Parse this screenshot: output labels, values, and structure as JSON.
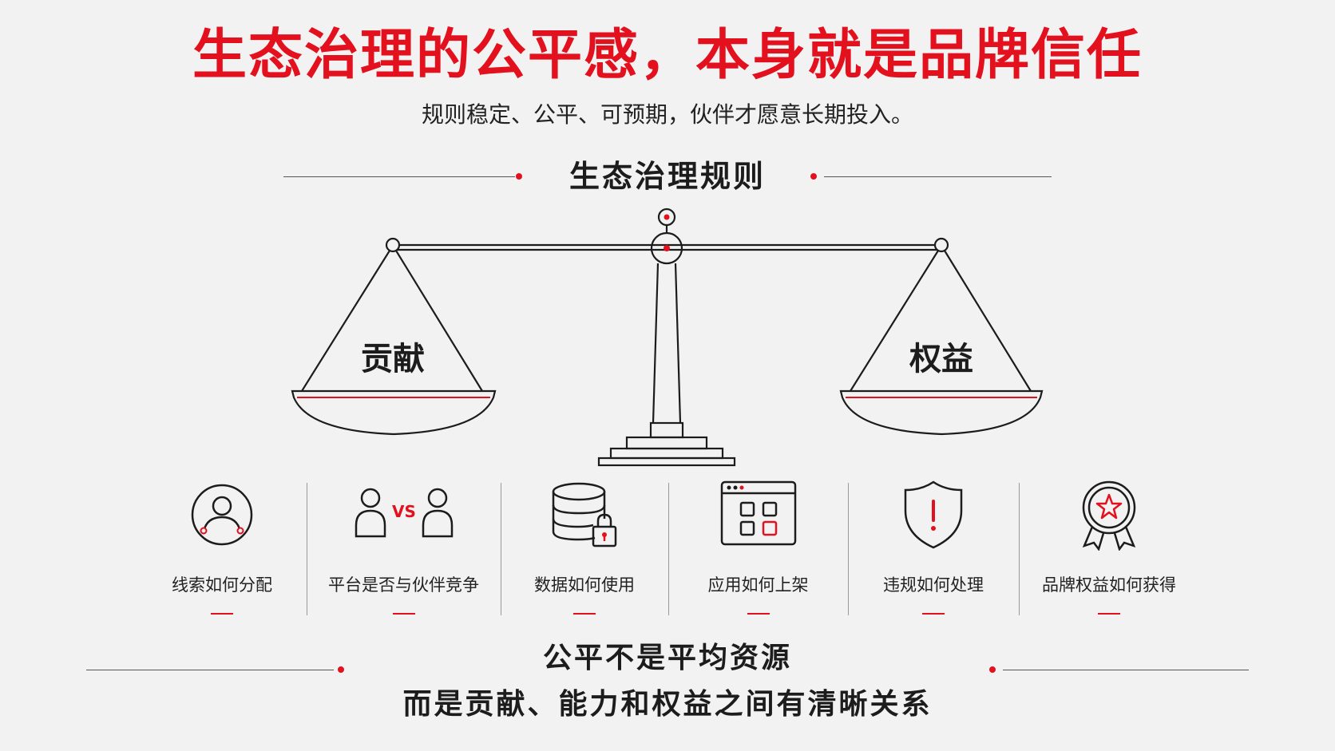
{
  "title": "生态治理的公平感，本身就是品牌信任",
  "subtitle": "规则稳定、公平、可预期，伙伴才愿意长期投入。",
  "section_title": "生态治理规则",
  "scale": {
    "left_pan_label": "贡献",
    "right_pan_label": "权益"
  },
  "items": [
    {
      "label": "线索如何分配",
      "icon": "user-circle-icon"
    },
    {
      "label": "平台是否与伙伴竞争",
      "icon": "users-vs-icon",
      "vs_text": "VS"
    },
    {
      "label": "数据如何使用",
      "icon": "database-lock-icon"
    },
    {
      "label": "应用如何上架",
      "icon": "app-window-icon"
    },
    {
      "label": "违规如何处理",
      "icon": "shield-alert-icon"
    },
    {
      "label": "品牌权益如何获得",
      "icon": "award-badge-icon"
    }
  ],
  "bottom": {
    "line1": "公平不是平均资源",
    "line2": "而是贡献、能力和权益之间有清晰关系"
  },
  "colors": {
    "accent": "#e3101e",
    "text": "#1c1c1c",
    "background": "#f2f2f2"
  }
}
